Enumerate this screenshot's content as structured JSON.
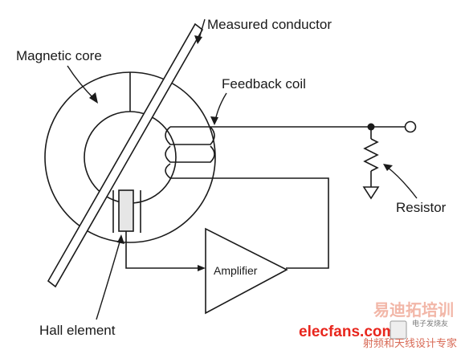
{
  "labels": {
    "measured_conductor": "Measured conductor",
    "magnetic_core": "Magnetic core",
    "feedback_coil": "Feedback coil",
    "resistor": "Resistor",
    "amplifier": "Amplifier",
    "hall_element": "Hall element"
  },
  "watermark": {
    "brand": "elecfans",
    "brand_suffix": ".com",
    "cn_title": "易迪拓培训",
    "cn_subtitle": "射频和天线设计专家",
    "cn_mini": "电子发烧友",
    "brand_color": "#e8261d",
    "cn_title_color": "#f2b7a8",
    "cn_subtitle_color": "#d86a56"
  },
  "colors": {
    "line": "#1a1a1a",
    "text": "#1a1a1a",
    "background": "#ffffff"
  }
}
